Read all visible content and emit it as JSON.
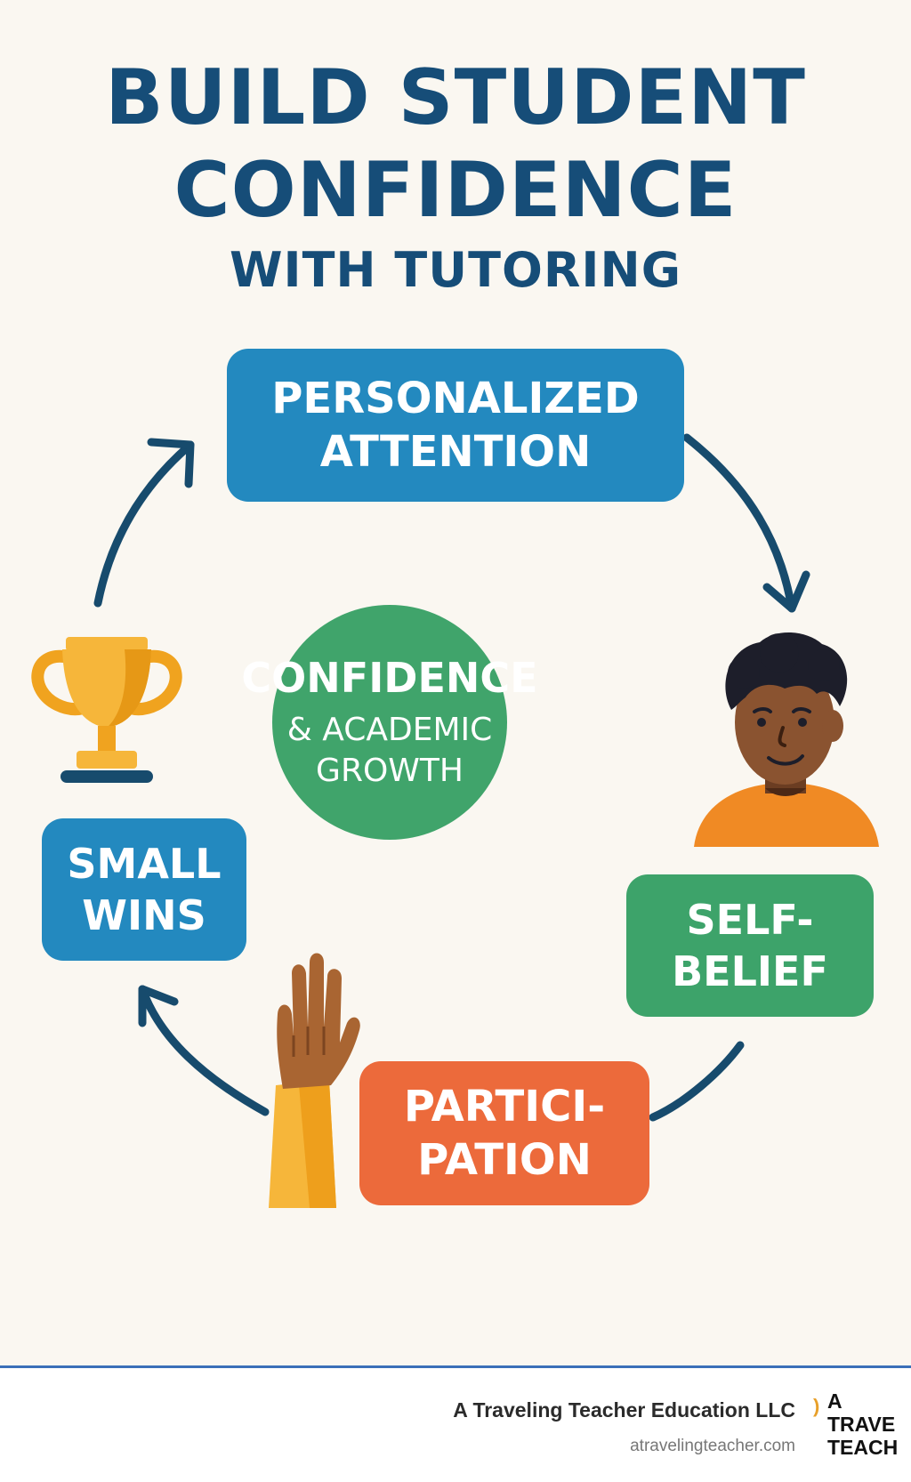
{
  "title": {
    "line1": "BUILD STUDENT",
    "line2": "CONFIDENCE",
    "subtitle": "WITH TUTORING"
  },
  "center": {
    "main": "CONFIDENCE",
    "sub_line1": "& ACADEMIC",
    "sub_line2": "GROWTH"
  },
  "steps": {
    "attention": {
      "line1": "PERSONALIZED",
      "line2": "ATTENTION"
    },
    "belief": {
      "line1": "SELF-",
      "line2": "BELIEF"
    },
    "participation": {
      "line1": "PARTICI-",
      "line2": "PATION"
    },
    "wins": {
      "line1": "SMALL",
      "line2": "WINS"
    }
  },
  "icons": [
    "trophy-icon",
    "student-icon",
    "raised-hand-icon"
  ],
  "colors": {
    "title": "#164d78",
    "blue": "#2389bf",
    "green": "#3da36a",
    "orange": "#ec6a3b",
    "background": "#faf7f1"
  },
  "footer": {
    "company": "A Traveling Teacher Education LLC",
    "url": "atravelingteacher.com",
    "logo_line1": "A",
    "logo_line2": "TRAVE",
    "logo_line3": "TEACH"
  }
}
